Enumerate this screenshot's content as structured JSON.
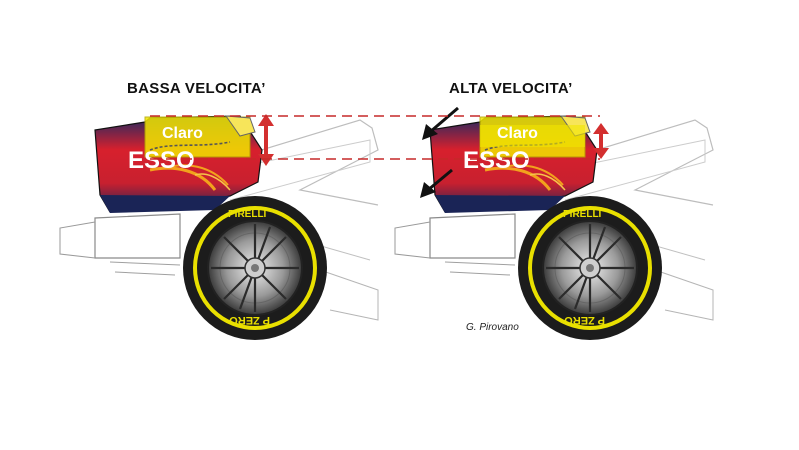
{
  "labels": {
    "left_title": "BASSA VELOCITA’",
    "right_title": "ALTA VELOCITA’",
    "credit": "G. Pirovano"
  },
  "decals": {
    "sponsor_top": "Claro",
    "sponsor_bottom": "ESSO",
    "tyre_brand": "PIRELLI",
    "tyre_brand_rear": "P ZERO"
  },
  "colors": {
    "wing_highlight": "#f2e600",
    "dashed_line": "#c62828",
    "arrow": "#d32f2f",
    "car_red": "#d9232e",
    "car_navy": "#1f2a5a",
    "car_orange": "#f2a21c",
    "tyre_stripe": "#e9e000"
  }
}
